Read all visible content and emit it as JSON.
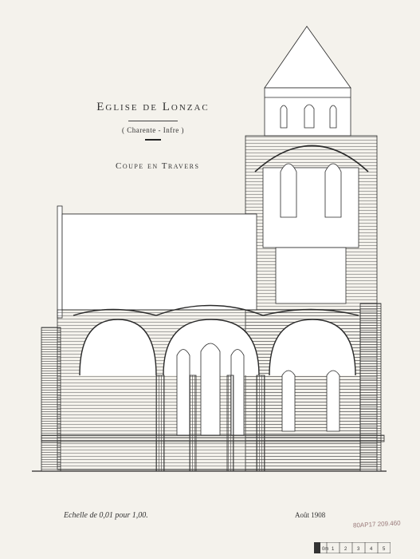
{
  "sheet": {
    "title": "Eglise de Lonzac",
    "subtitle": "( Charente - Infre )",
    "view_label": "Coupe en Travers",
    "scale_note": "Echelle de 0,01 pour 1,00.",
    "date": "Août 1908",
    "stamp": "80AP17 209.460",
    "scale_ticks": [
      "0m",
      "1",
      "2",
      "3",
      "4",
      "5"
    ]
  },
  "colors": {
    "ink": "#2a2a2a",
    "paper": "#f4f2ec",
    "stamp": "#9a7a7a"
  }
}
